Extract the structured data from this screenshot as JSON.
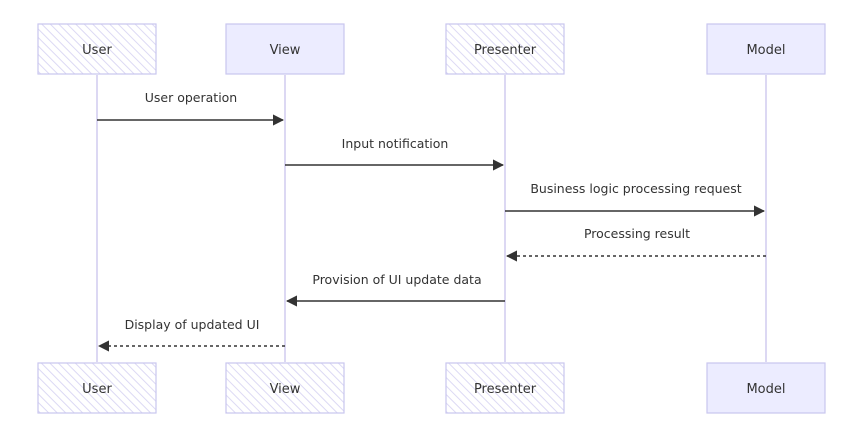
{
  "participants": [
    {
      "id": "user",
      "label": "User"
    },
    {
      "id": "view",
      "label": "View"
    },
    {
      "id": "presenter",
      "label": "Presenter"
    },
    {
      "id": "model",
      "label": "Model"
    }
  ],
  "messages": [
    {
      "from": "user",
      "to": "view",
      "label": "User operation",
      "style": "solid"
    },
    {
      "from": "view",
      "to": "presenter",
      "label": "Input notification",
      "style": "solid"
    },
    {
      "from": "presenter",
      "to": "model",
      "label": "Business logic processing request",
      "style": "solid"
    },
    {
      "from": "model",
      "to": "presenter",
      "label": "Processing result",
      "style": "dashed"
    },
    {
      "from": "presenter",
      "to": "view",
      "label": "Provision of UI update data",
      "style": "solid"
    },
    {
      "from": "view",
      "to": "user",
      "label": "Display of updated UI",
      "style": "dashed"
    }
  ],
  "colors": {
    "actor_fill": "#ececff",
    "actor_stroke": "#c9c6ee",
    "lifeline": "#d3cff0",
    "arrow": "#333333",
    "text": "#333333"
  }
}
